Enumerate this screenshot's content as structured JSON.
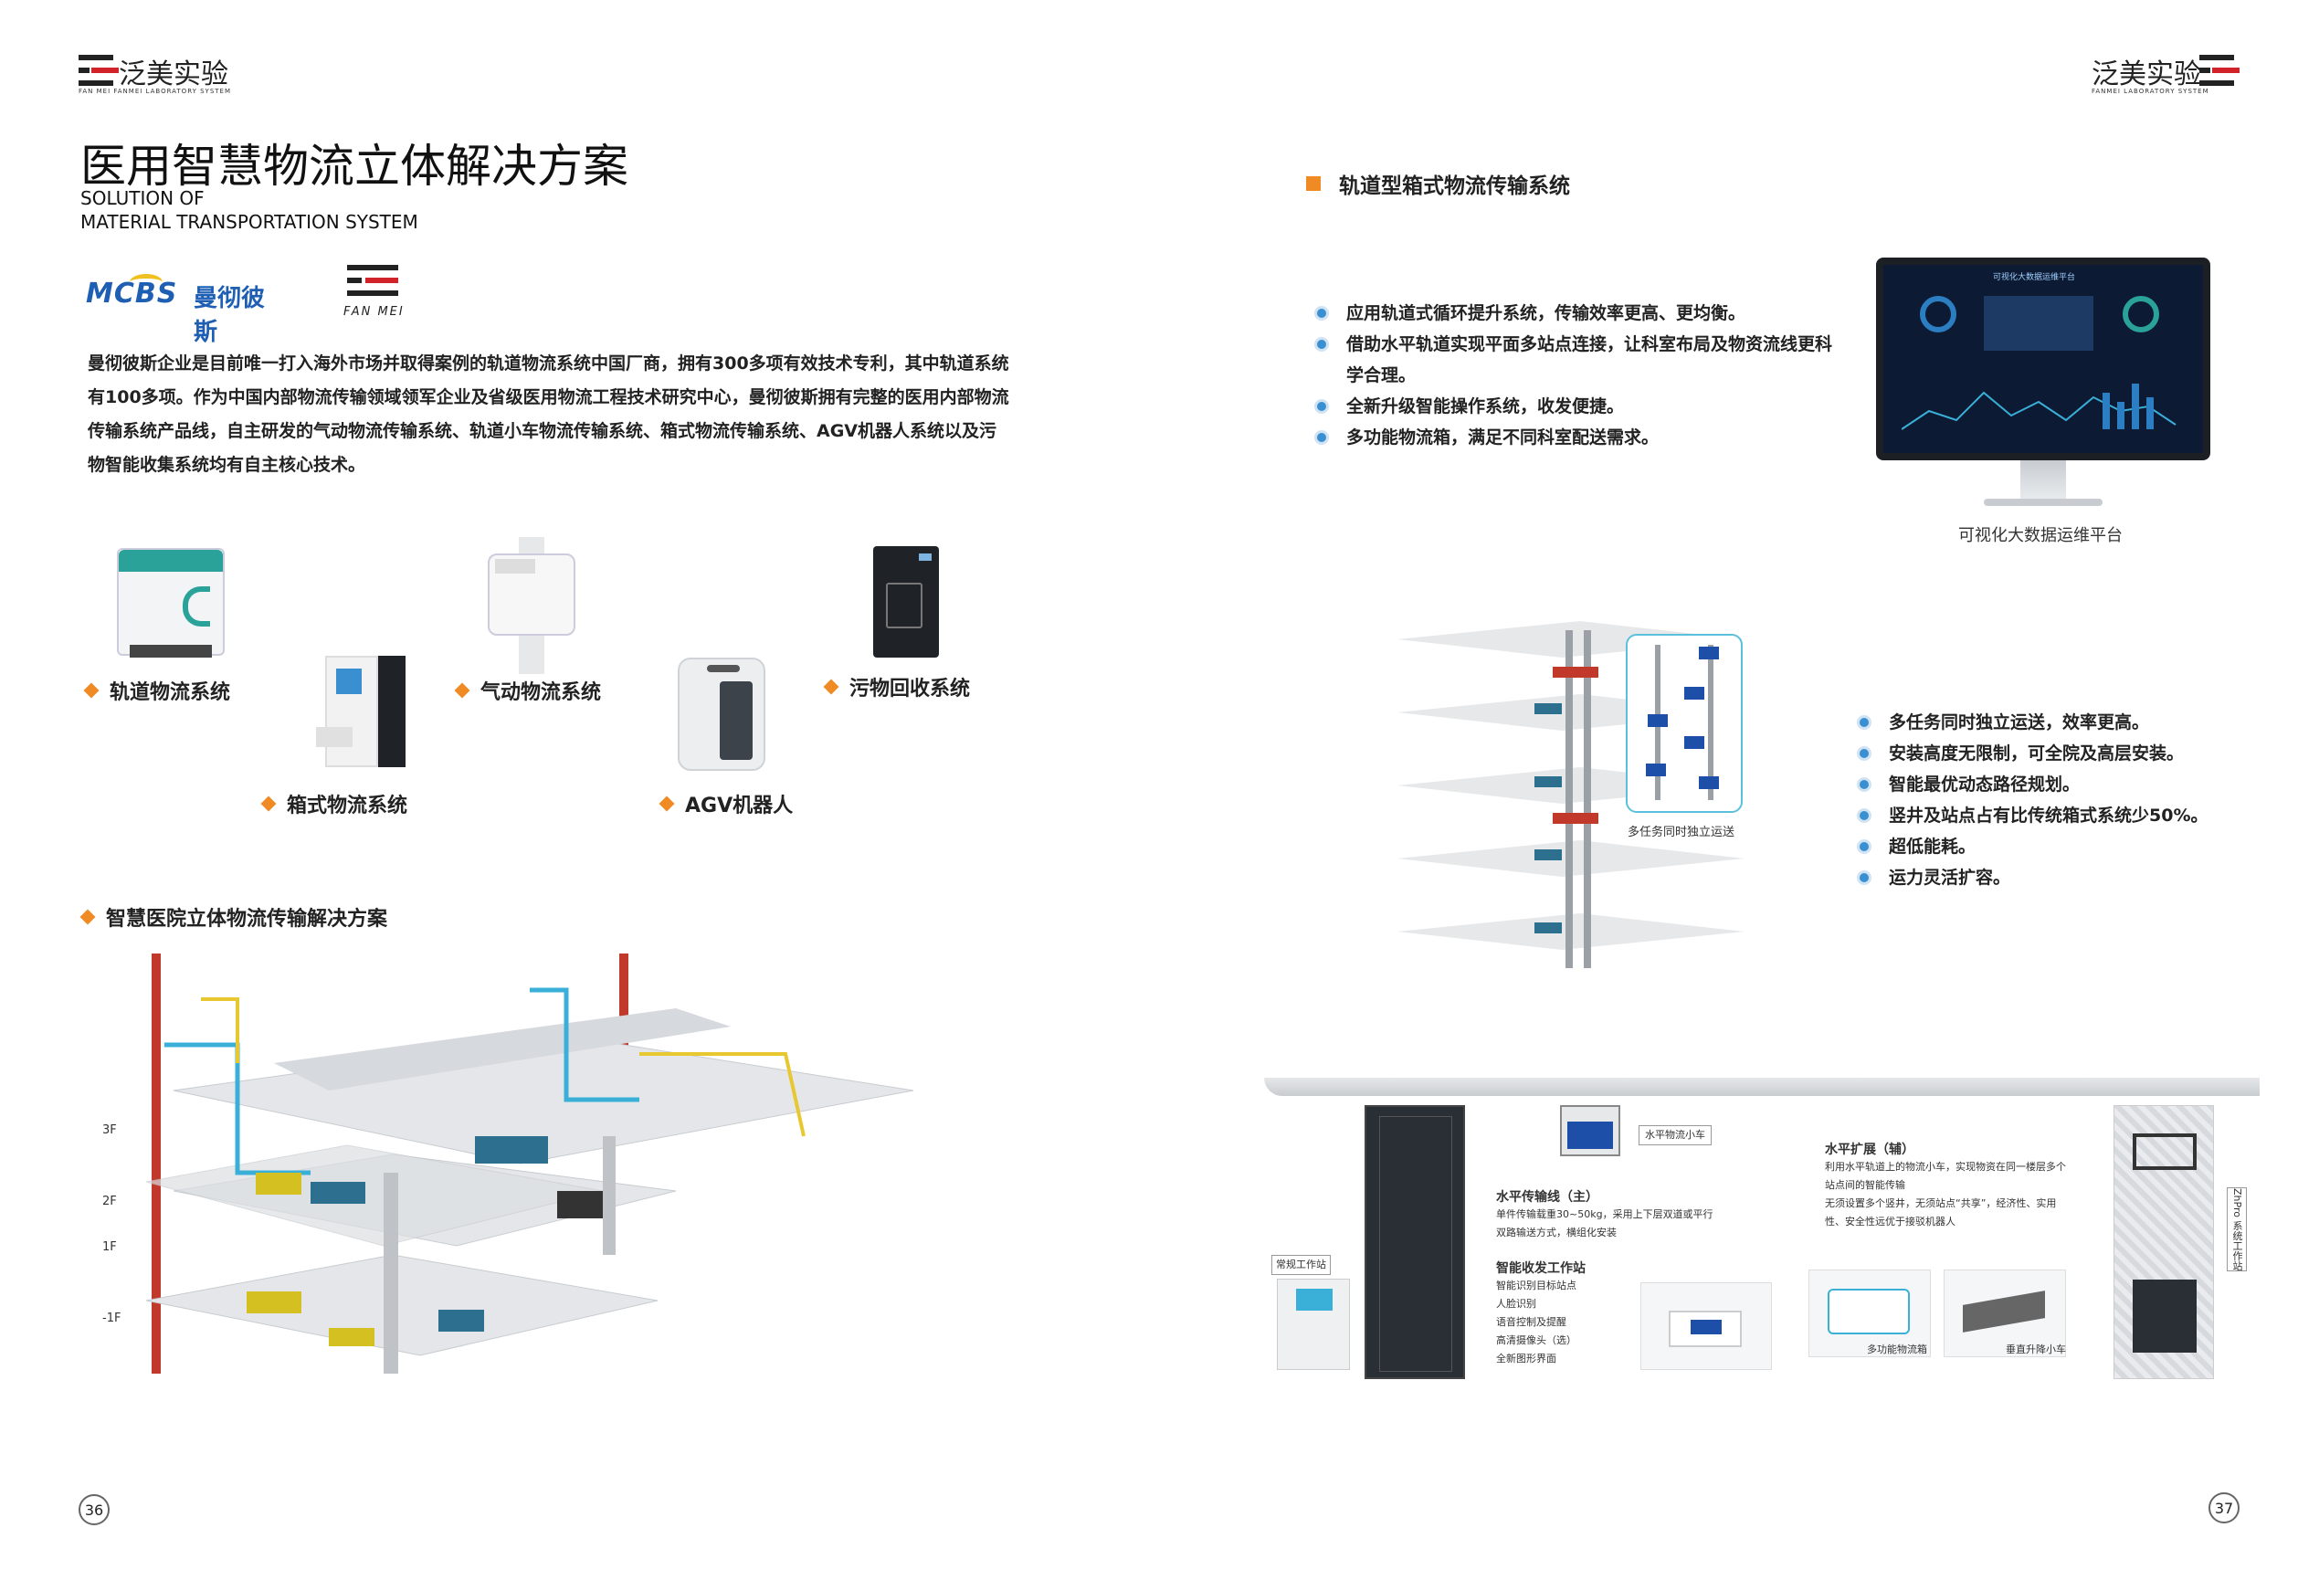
{
  "left_page": {
    "brand_cn": "泛美实验",
    "brand_en": "FAN MEI   FANMEI LABORATORY SYSTEM",
    "title": "医用智慧物流立体解决方案",
    "subtitle_line1": "SOLUTION OF",
    "subtitle_line2": "MATERIAL TRANSPORTATION SYSTEM",
    "partner_logo": "MCBS",
    "partner_cn": "曼彻彼斯",
    "fanmei_logo_text": "FAN MEI",
    "intro": [
      "曼彻彼斯企业是目前唯一打入海外市场并取得案例的轨道物流系统中国厂商，拥有300多项有效技术专利，其中轨道系统",
      "有100多项。作为中国内部物流传输领域领军企业及省级医用物流工程技术研究中心，曼彻彼斯拥有完整的医用内部物流",
      "传输系统产品线，自主研发的气动物流传输系统、轨道小车物流传输系统、箱式物流传输系统、AGV机器人系统以及污",
      "物智能收集系统均有自主核心技术。"
    ],
    "systems": {
      "rail": "轨道物流系统",
      "pneumatic": "气动物流系统",
      "waste": "污物回收系统",
      "box": "箱式物流系统",
      "agv": "AGV机器人"
    },
    "solution_title": "智慧医院立体物流传输解决方案",
    "floors": [
      "3F",
      "2F",
      "1F",
      "-1F"
    ],
    "page_number": "36"
  },
  "right_page": {
    "brand_cn": "泛美实验",
    "brand_en": "FANMEI LABORATORY SYSTEM",
    "section_title": "轨道型箱式物流传输系统",
    "features_1": [
      "应用轨道式循环提升系统，传输效率更高、更均衡。",
      "借助水平轨道实现平面多站点连接，让科室布局及物资流线更科",
      "学合理。",
      "全新升级智能操作系统，收发便捷。",
      "多功能物流箱，满足不同科室配送需求。"
    ],
    "monitor_title": "可视化大数据运维平台",
    "monitor_caption": "可视化大数据运维平台",
    "lift_caption": "多任务同时独立运送",
    "features_2": [
      "多任务同时独立运送，效率更高。",
      "安装高度无限制，可全院及高层安装。",
      "智能最优动态路径规划。",
      "竖井及站点占有比传统箱式系统少50%。",
      "超低能耗。",
      "运力灵活扩容。"
    ],
    "diagram": {
      "horizontal_cart": "水平物流小车",
      "horizontal_main_title": "水平传输线（主）",
      "horizontal_main_items": [
        "单件传输载重30~50kg，采用上下层双道或平行",
        "双路输送方式，横组化安装"
      ],
      "smart_station_title": "智能收发工作站",
      "smart_station_items": [
        "智能识别目标站点",
        "人脸识别",
        "语音控制及提醒",
        "高清摄像头（选）",
        "全新图形界面"
      ],
      "horizontal_ext_title": "水平扩展（辅）",
      "horizontal_ext_items": [
        "利用水平轨道上的物流小车，实现物资在同一楼层多个",
        "站点间的智能传输",
        "无须设置多个竖井，无须站点“共享”，经济性、实用",
        "性、安全性远优于接驳机器人"
      ],
      "workstation_label": "常规工作站",
      "box_label": "多功能物流箱",
      "lift_label": "垂直升降小车",
      "side_label": "ZhPro 系统工作站"
    },
    "page_number": "37"
  },
  "colors": {
    "accent_orange": "#f08a24",
    "bullet_blue": "#3a8fd1",
    "brand_red": "#d2232a",
    "rail_red": "#c0392b"
  }
}
